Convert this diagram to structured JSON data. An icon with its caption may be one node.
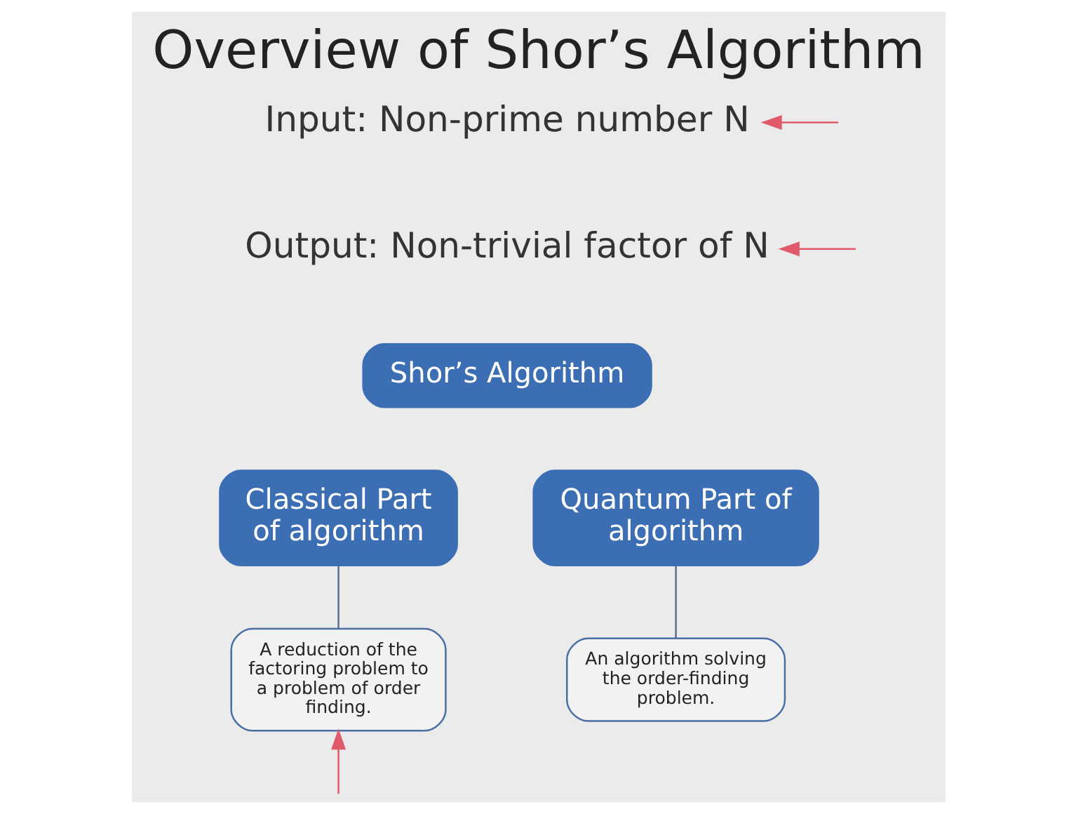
{
  "diagram": {
    "title": "Overview of Shor’s Algorithm",
    "nodes": [
      {
        "text": [
          "Input: Non-prime number N"
        ]
      },
      {
        "text": [
          "Output: Non-trivial factor of N"
        ]
      },
      {
        "text": [
          "Shor’s Algorithm"
        ]
      },
      {
        "text": [
          "Classical Part of algorithm"
        ]
      },
      {
        "text": [
          "A reduction of the factoring problem to a problem of order finding."
        ]
      },
      {
        "text": [
          "Quantum Part of algorithm"
        ]
      },
      {
        "text": [
          "An algorithm solving the order-finding problem."
        ]
      }
    ],
    "edges": [
      {
        "from": 3,
        "to": 4,
        "arrow": "none",
        "color": "#5a6f8f"
      },
      {
        "from": 5,
        "to": 6,
        "arrow": "none",
        "color": "#5a6f8f"
      },
      {
        "from": null,
        "to": 0,
        "arrow": "to",
        "color": "#e05a6a"
      },
      {
        "from": null,
        "to": 1,
        "arrow": "to",
        "color": "#e05a6a"
      },
      {
        "from": null,
        "to": 4,
        "arrow": "to",
        "color": "#e05a6a"
      }
    ]
  }
}
